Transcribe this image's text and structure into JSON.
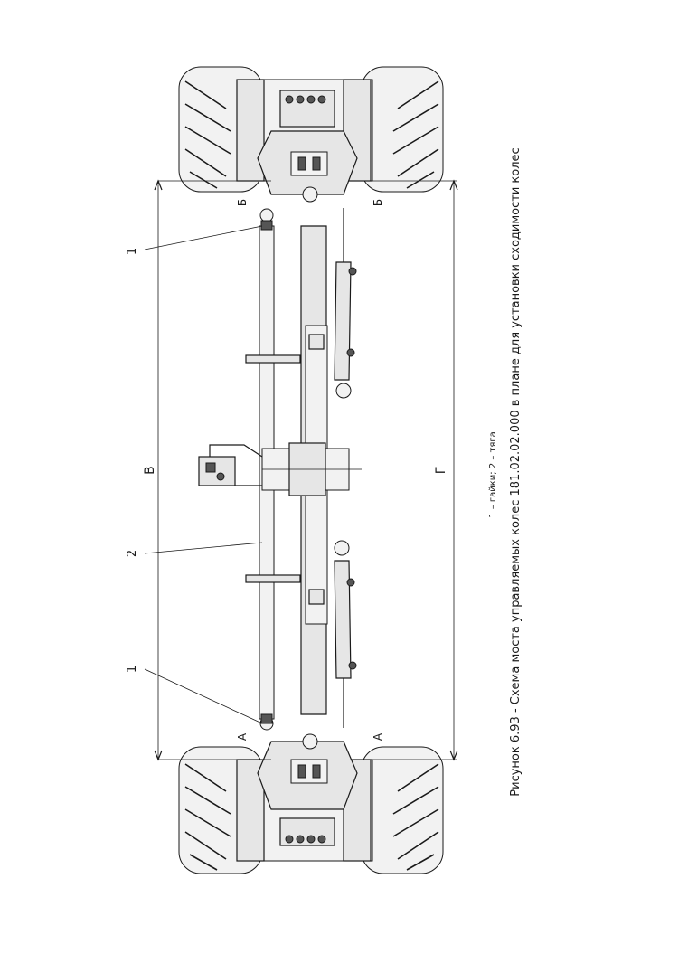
{
  "caption": "Рисунок 6.93 - Схема моста управляемых колес 181.02.02.000 в плане для установки сходимости колес",
  "legend": "1 – гайки; 2 – тяга",
  "labels": {
    "callout_1_top": "1",
    "callout_2": "2",
    "callout_1_bottom": "1",
    "section_b_left": "Б",
    "section_b_right": "Б",
    "section_a_left": "А",
    "section_a_right": "А",
    "dimension_v": "В",
    "dimension_g": "Г"
  }
}
